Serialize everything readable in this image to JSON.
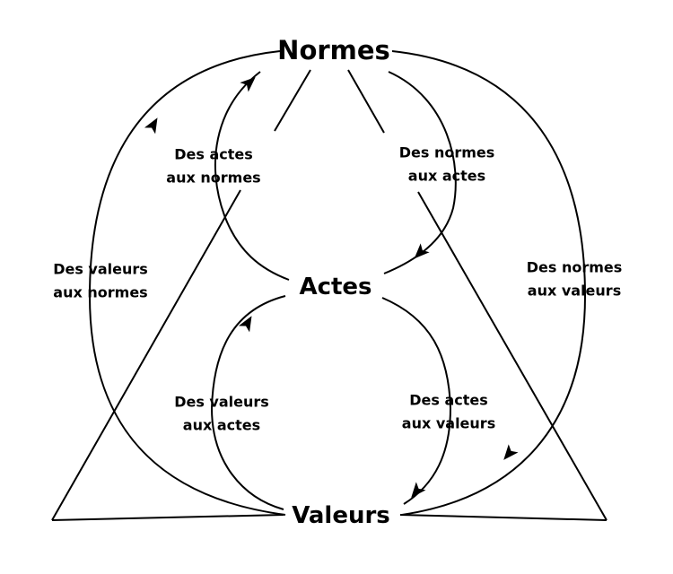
{
  "nodes": {
    "top": "Normes",
    "middle": "Actes",
    "bottom": "Valeurs"
  },
  "edges": {
    "actes_to_normes": [
      "Des actes",
      "aux normes"
    ],
    "normes_to_actes": [
      "Des normes",
      "aux actes"
    ],
    "valeurs_to_normes": [
      "Des valeurs",
      "aux normes"
    ],
    "normes_to_valeurs": [
      "Des normes",
      "aux valeurs"
    ],
    "valeurs_to_actes": [
      "Des valeurs",
      "aux actes"
    ],
    "actes_to_valeurs": [
      "Des actes",
      "aux valeurs"
    ]
  }
}
